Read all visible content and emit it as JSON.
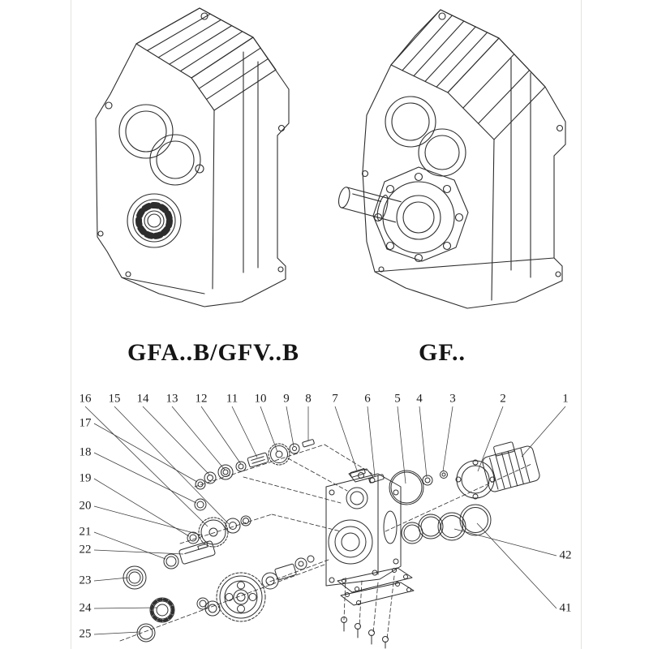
{
  "page": {
    "background": "#ffffff",
    "ink": "#2d2d2d",
    "leader_ink": "#3a3a3a"
  },
  "models": [
    {
      "label": "GFA..B/GFV..B"
    },
    {
      "label": "GF.."
    }
  ],
  "exploded": {
    "top_callouts": [
      "16",
      "15",
      "14",
      "13",
      "12",
      "11",
      "10",
      "9",
      "8",
      "7",
      "6",
      "5",
      "4",
      "3",
      "2",
      "1"
    ],
    "left_callouts": [
      "17",
      "18",
      "19",
      "20",
      "21",
      "22",
      "23",
      "24",
      "25"
    ],
    "right_callouts": [
      "42",
      "41"
    ]
  }
}
